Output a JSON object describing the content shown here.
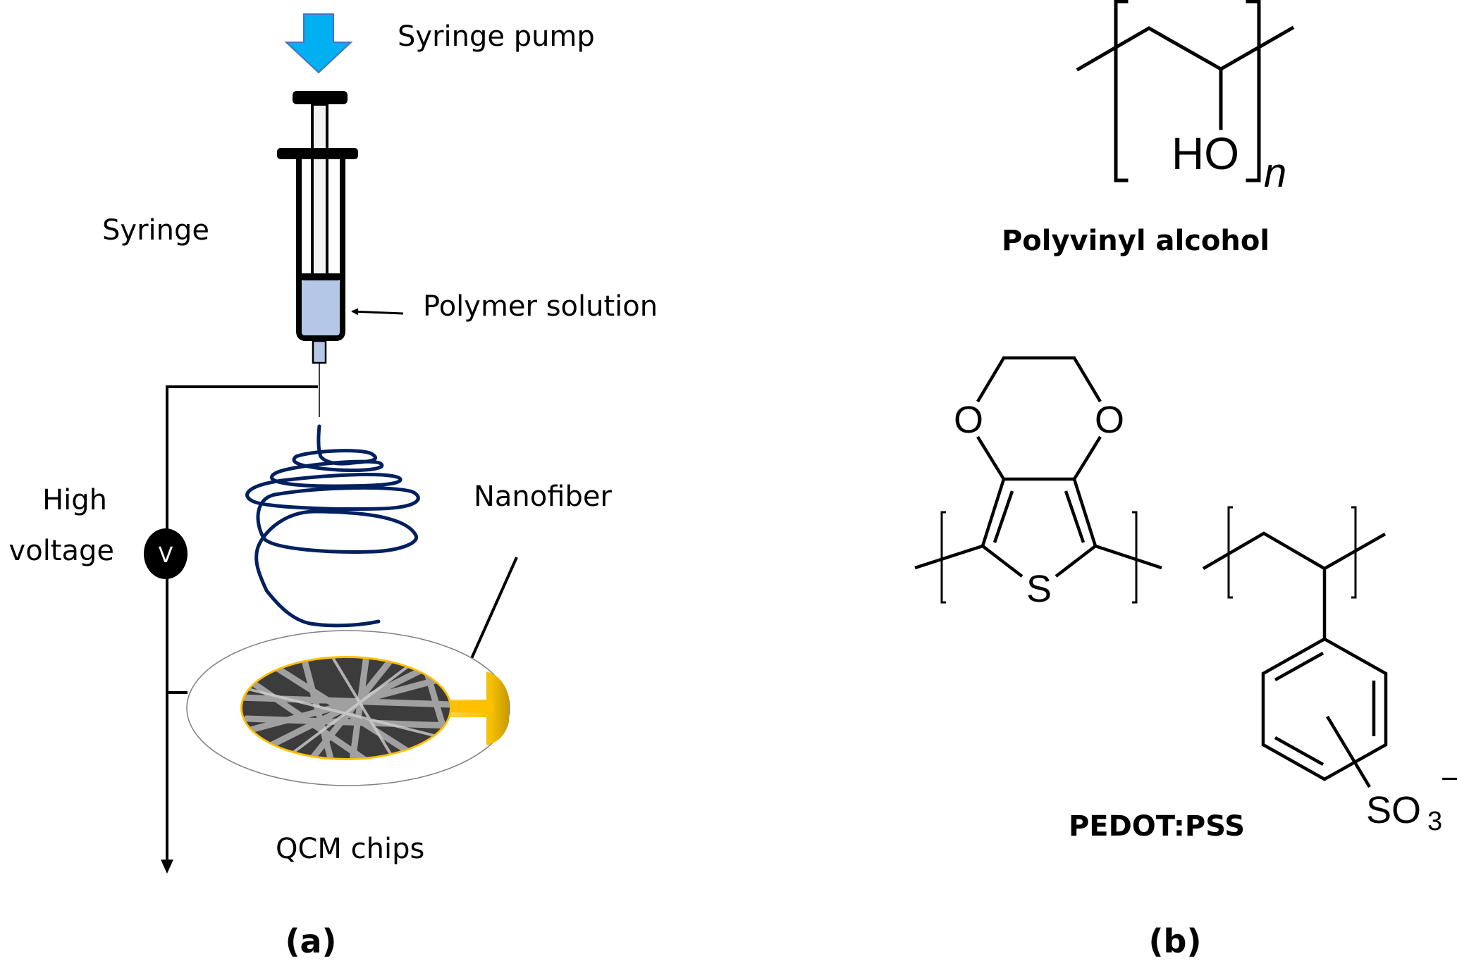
{
  "panel_a": {
    "syringe_pump_label": "Syringe pump",
    "syringe_label": "Syringe",
    "polymer_solution_label": "Polymer solution",
    "nanofiber_label": "Nanofiber",
    "high_voltage_label_line1": "High",
    "high_voltage_label_line2": "voltage",
    "voltmeter_symbol": "V",
    "qcm_label": "QCM chips",
    "caption": "(a)",
    "colors": {
      "pump_arrow": "#00b0f0",
      "pump_arrow_outline": "#4472c4",
      "polymer_solution": "#b4c7e7",
      "plunger_rod": "#f2f2f2",
      "nanofiber": "#002060",
      "electrode_gold": "#ffc000",
      "chip_outline": "#7f7f7f"
    }
  },
  "panel_b": {
    "pva": {
      "name": "Polyvinyl alcohol",
      "group": "HO",
      "repeat": "n"
    },
    "pedot_pss": {
      "name": "PEDOT:PSS",
      "oxygen_left": "O",
      "oxygen_right": "O",
      "sulfur": "S",
      "sulfonate": "SO",
      "sulfonate_sub": "3",
      "sulfonate_charge": "−"
    },
    "caption": "(b)"
  }
}
